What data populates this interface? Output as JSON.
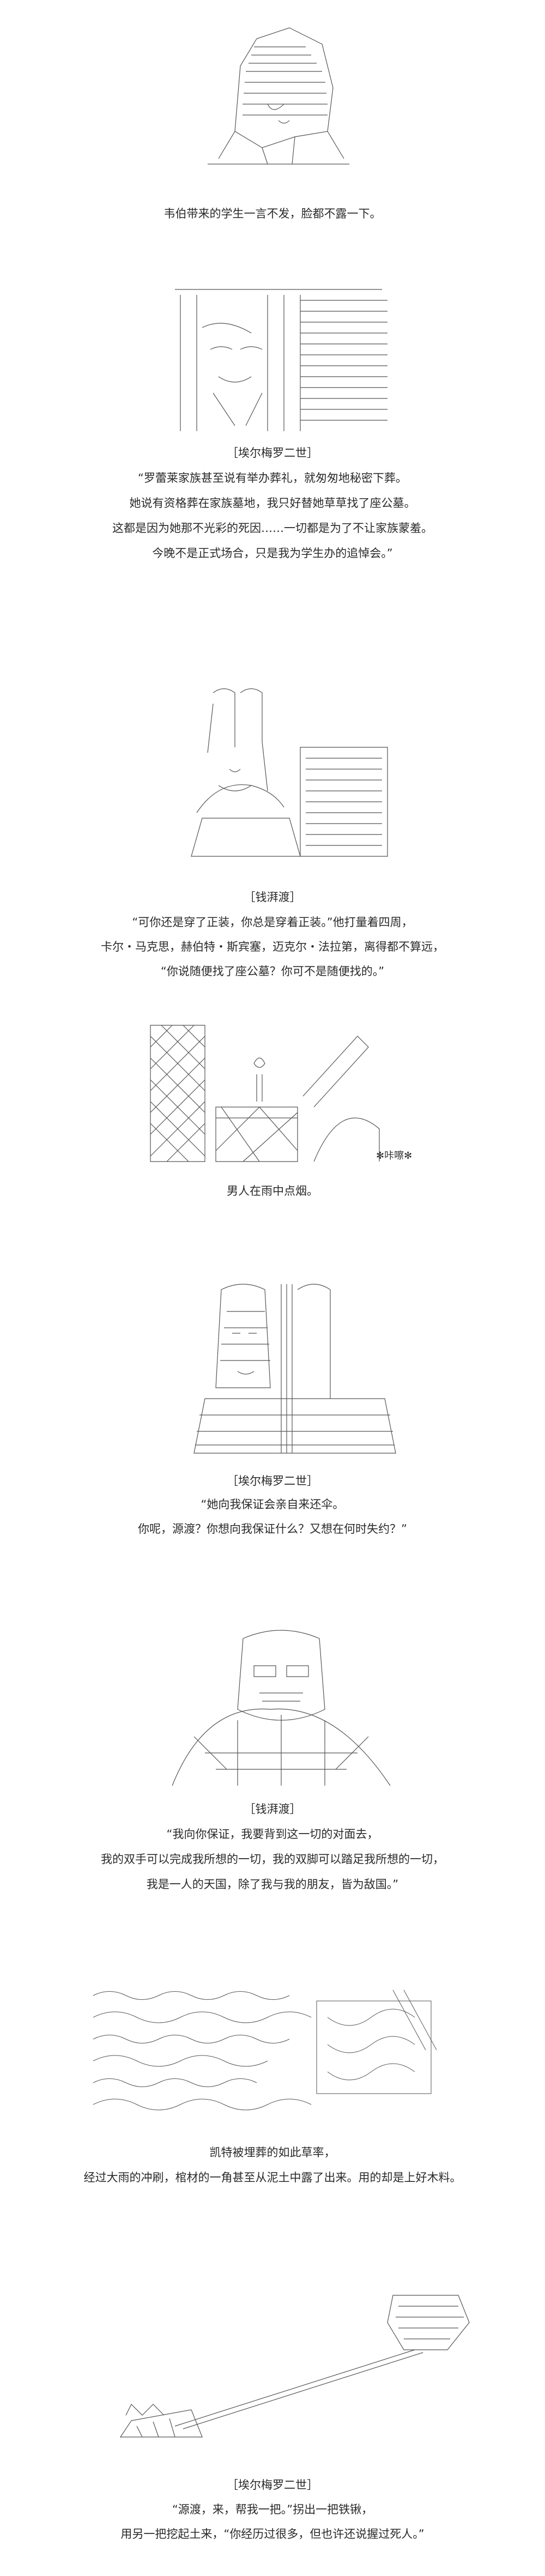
{
  "panels": [
    {
      "art": "hooded-figure-art",
      "lines": [
        "韦伯带来的学生一言不发，脸都不露一下。"
      ]
    },
    {
      "art": "long-haired-man-art",
      "speaker": "［埃尔梅罗二世］",
      "lines": [
        "“罗蕾莱家族甚至说有举办葬礼，就匆匆地秘密下葬。",
        "她说有资格葬在家族墓地，我只好替她草草找了座公墓。",
        "这都是因为她那不光彩的死因……一切都是为了不让家族蒙羞。",
        "今晚不是正式场合，只是我为学生办的追悼会。”"
      ]
    },
    {
      "art": "hand-raised-art",
      "speaker": "［钱湃渡］",
      "lines": [
        "“可你还是穿了正装，你总是穿着正装。”他打量着四周，",
        "卡尔・马克思，赫伯特・斯宾塞，迈克尔・法拉第，离得都不算远，",
        "“你说随便找了座公墓？你可不是随便找的。”"
      ]
    },
    {
      "art": "cigarette-lighting-art",
      "sfx": "✻咔嚓✻",
      "lines": [
        "男人在雨中点烟。"
      ]
    },
    {
      "art": "man-with-umbrella-art",
      "speaker": "［埃尔梅罗二世］",
      "lines": [
        "“她向我保证会亲自来还伞。",
        "你呢，源渡？你想向我保证什么？又想在何时失约？”"
      ]
    },
    {
      "art": "masked-man-art",
      "speaker": "［钱湃渡］",
      "lines": [
        "“我向你保证，我要背到这一切的对面去，",
        "我的双手可以完成我所想的一切，我的双脚可以踏足我所想的一切，",
        "我是一人的天国，除了我与我的朋友，皆为敌国。”"
      ]
    },
    {
      "art": "ground-digging-art",
      "lines": [
        "凯特被埋葬的如此草率，",
        "经过大雨的冲刷，棺材的一角甚至从泥土中露了出来。用的却是上好木料。"
      ]
    },
    {
      "art": "shovel-art",
      "speaker": "［埃尔梅罗二世］",
      "lines": [
        "“源渡，来，帮我一把。”拐出一把铁锹，",
        "用另一把挖起土来，“你经历过很多，但也许还说握过死人。”"
      ]
    }
  ]
}
